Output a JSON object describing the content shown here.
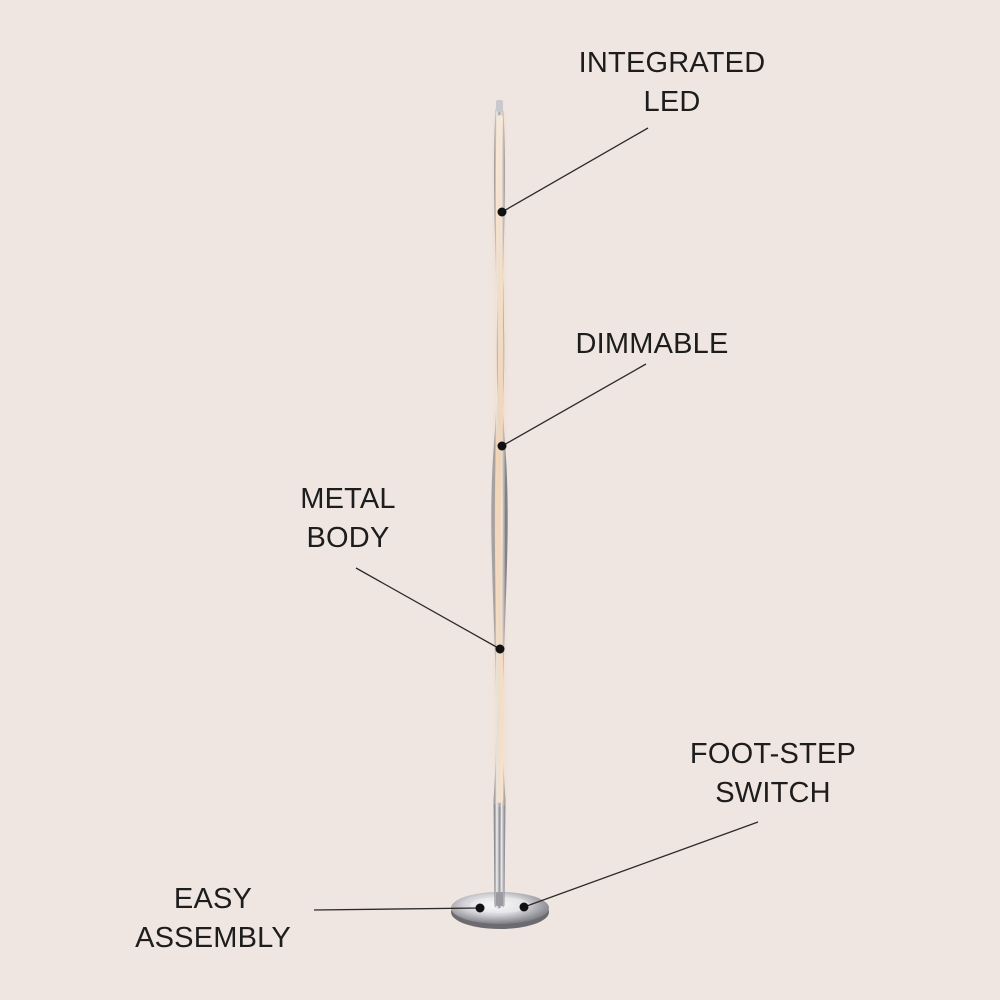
{
  "callouts": {
    "integrated_led": {
      "line1": "INTEGRATED",
      "line2": "LED"
    },
    "dimmable": {
      "line1": "DIMMABLE"
    },
    "metal_body": {
      "line1": "METAL",
      "line2": "BODY"
    },
    "foot_step_switch": {
      "line1": "FOOT-STEP",
      "line2": "SWITCH"
    },
    "easy_assembly": {
      "line1": "EASY",
      "line2": "ASSEMBLY"
    }
  },
  "colors": {
    "background": "#efe5e1",
    "text": "#1d1d1d",
    "leader_line": "#2a2a2a",
    "chrome": "#c9c9cd",
    "led_glow": "#f3dcc2"
  },
  "icons": [
    "floor-lamp-illustration",
    "callout-dot"
  ]
}
